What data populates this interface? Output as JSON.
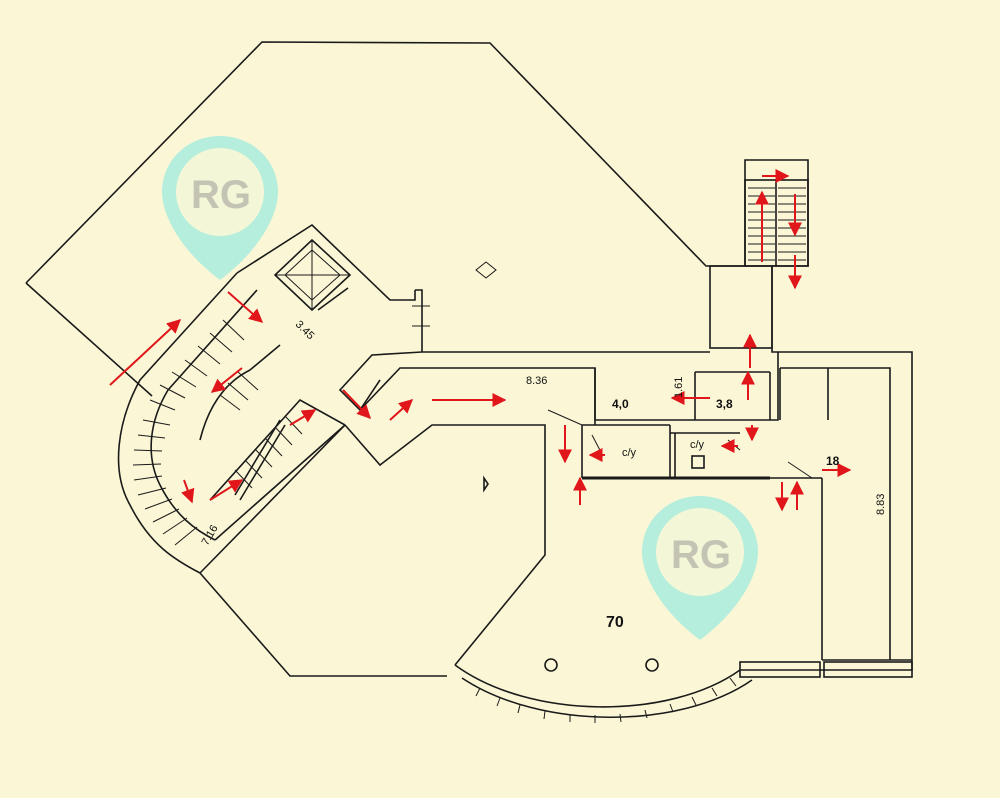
{
  "floor_plan": {
    "labels": {
      "dim_corridor": "8.36",
      "dim_stair": "3.45",
      "dim_curve_stair": "7.16",
      "dim_right_room_height": "8.83",
      "dim_small": "1.61",
      "room_hall": "70",
      "room_right": "18",
      "room_office_a": "4,0",
      "room_office_b": "3,8",
      "wc_left": "c/y",
      "wc_right": "c/y"
    },
    "watermark": {
      "text": "RG",
      "color": "#a9ecdf"
    },
    "colors": {
      "arrow": "#e0161b",
      "wall": "#1a1a1a",
      "paper": "#fbf7d6"
    }
  }
}
